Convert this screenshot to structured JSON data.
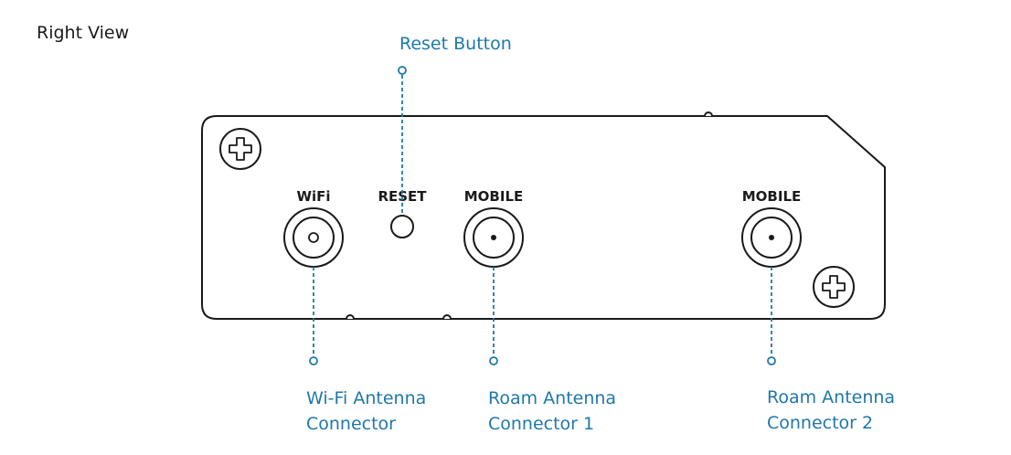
{
  "view_title": "Right View",
  "colors": {
    "callout": "#1f78a9",
    "outline": "#1a1a1a",
    "background": "#ffffff"
  },
  "port_labels": {
    "wifi": "WiFi",
    "reset": "RESET",
    "mobile_1": "MOBILE",
    "mobile_2": "MOBILE"
  },
  "callouts": {
    "reset_button": [
      "Reset Button"
    ],
    "wifi_connector": [
      "Wi-Fi Antenna",
      "Connector"
    ],
    "roam_connector_1": [
      "Roam Antenna",
      "Connector 1"
    ],
    "roam_connector_2": [
      "Roam Antenna",
      "Connector 2"
    ]
  },
  "icons": [
    "screw-icon",
    "antenna-connector-icon",
    "reset-button-icon"
  ]
}
